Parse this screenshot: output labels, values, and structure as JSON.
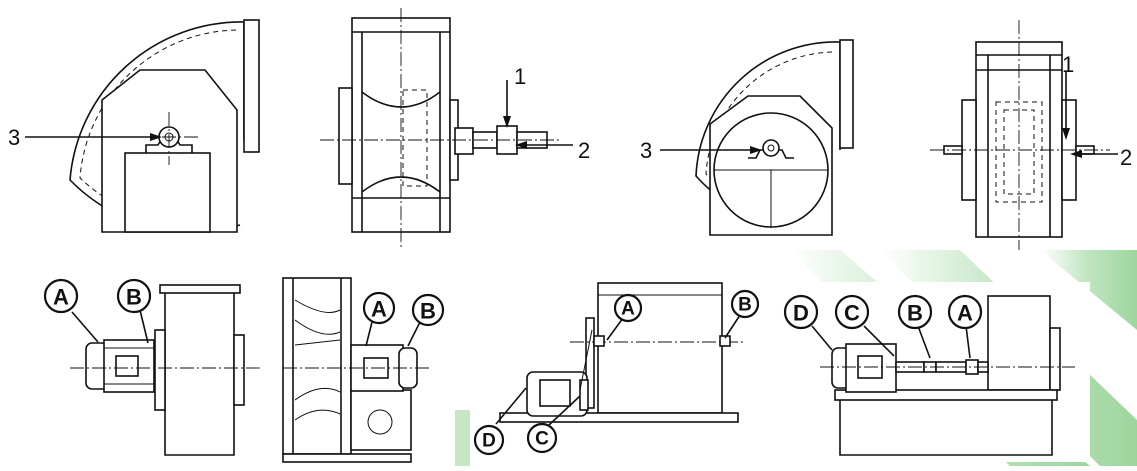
{
  "top_left_drawing": {
    "callouts": [
      "3",
      "1",
      "2"
    ]
  },
  "top_right_drawing": {
    "callouts": [
      "3",
      "1",
      "2"
    ]
  },
  "bottom_drawings": {
    "panel1": [
      "A",
      "B"
    ],
    "panel2": [
      "A",
      "B"
    ],
    "panel3": [
      "A",
      "B",
      "D",
      "C"
    ],
    "panel4": [
      "D",
      "C",
      "B",
      "A"
    ]
  },
  "colors": {
    "line": "#111111",
    "background": "#ffffff",
    "watermark_green": "#5cb85c"
  }
}
